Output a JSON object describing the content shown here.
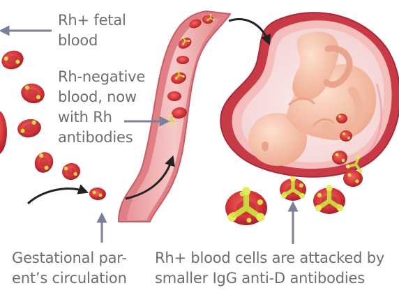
{
  "labels": {
    "fetal_blood": [
      "Rh+ fetal",
      "blood"
    ],
    "antibodies": [
      "Rh-negative",
      "blood, now",
      "with Rh",
      "antibodies"
    ],
    "circulation": [
      "Gestational par-",
      "ent’s circulation"
    ],
    "attack": [
      "Rh+ blood cells are attacked by",
      "smaller IgG anti-D antibodies"
    ]
  },
  "colors": {
    "arrow_gray": "#7b7f9a",
    "arrow_black": "#222222",
    "cell_red": "#d8373b",
    "cell_dark": "#b8262e",
    "antibody_yellow": "#d9df4a",
    "vessel_outer": "#e58a8f",
    "vessel_inner": "#f5c6c4",
    "uterus": "#c73843",
    "fetus_skin": "#f4c2aa"
  }
}
